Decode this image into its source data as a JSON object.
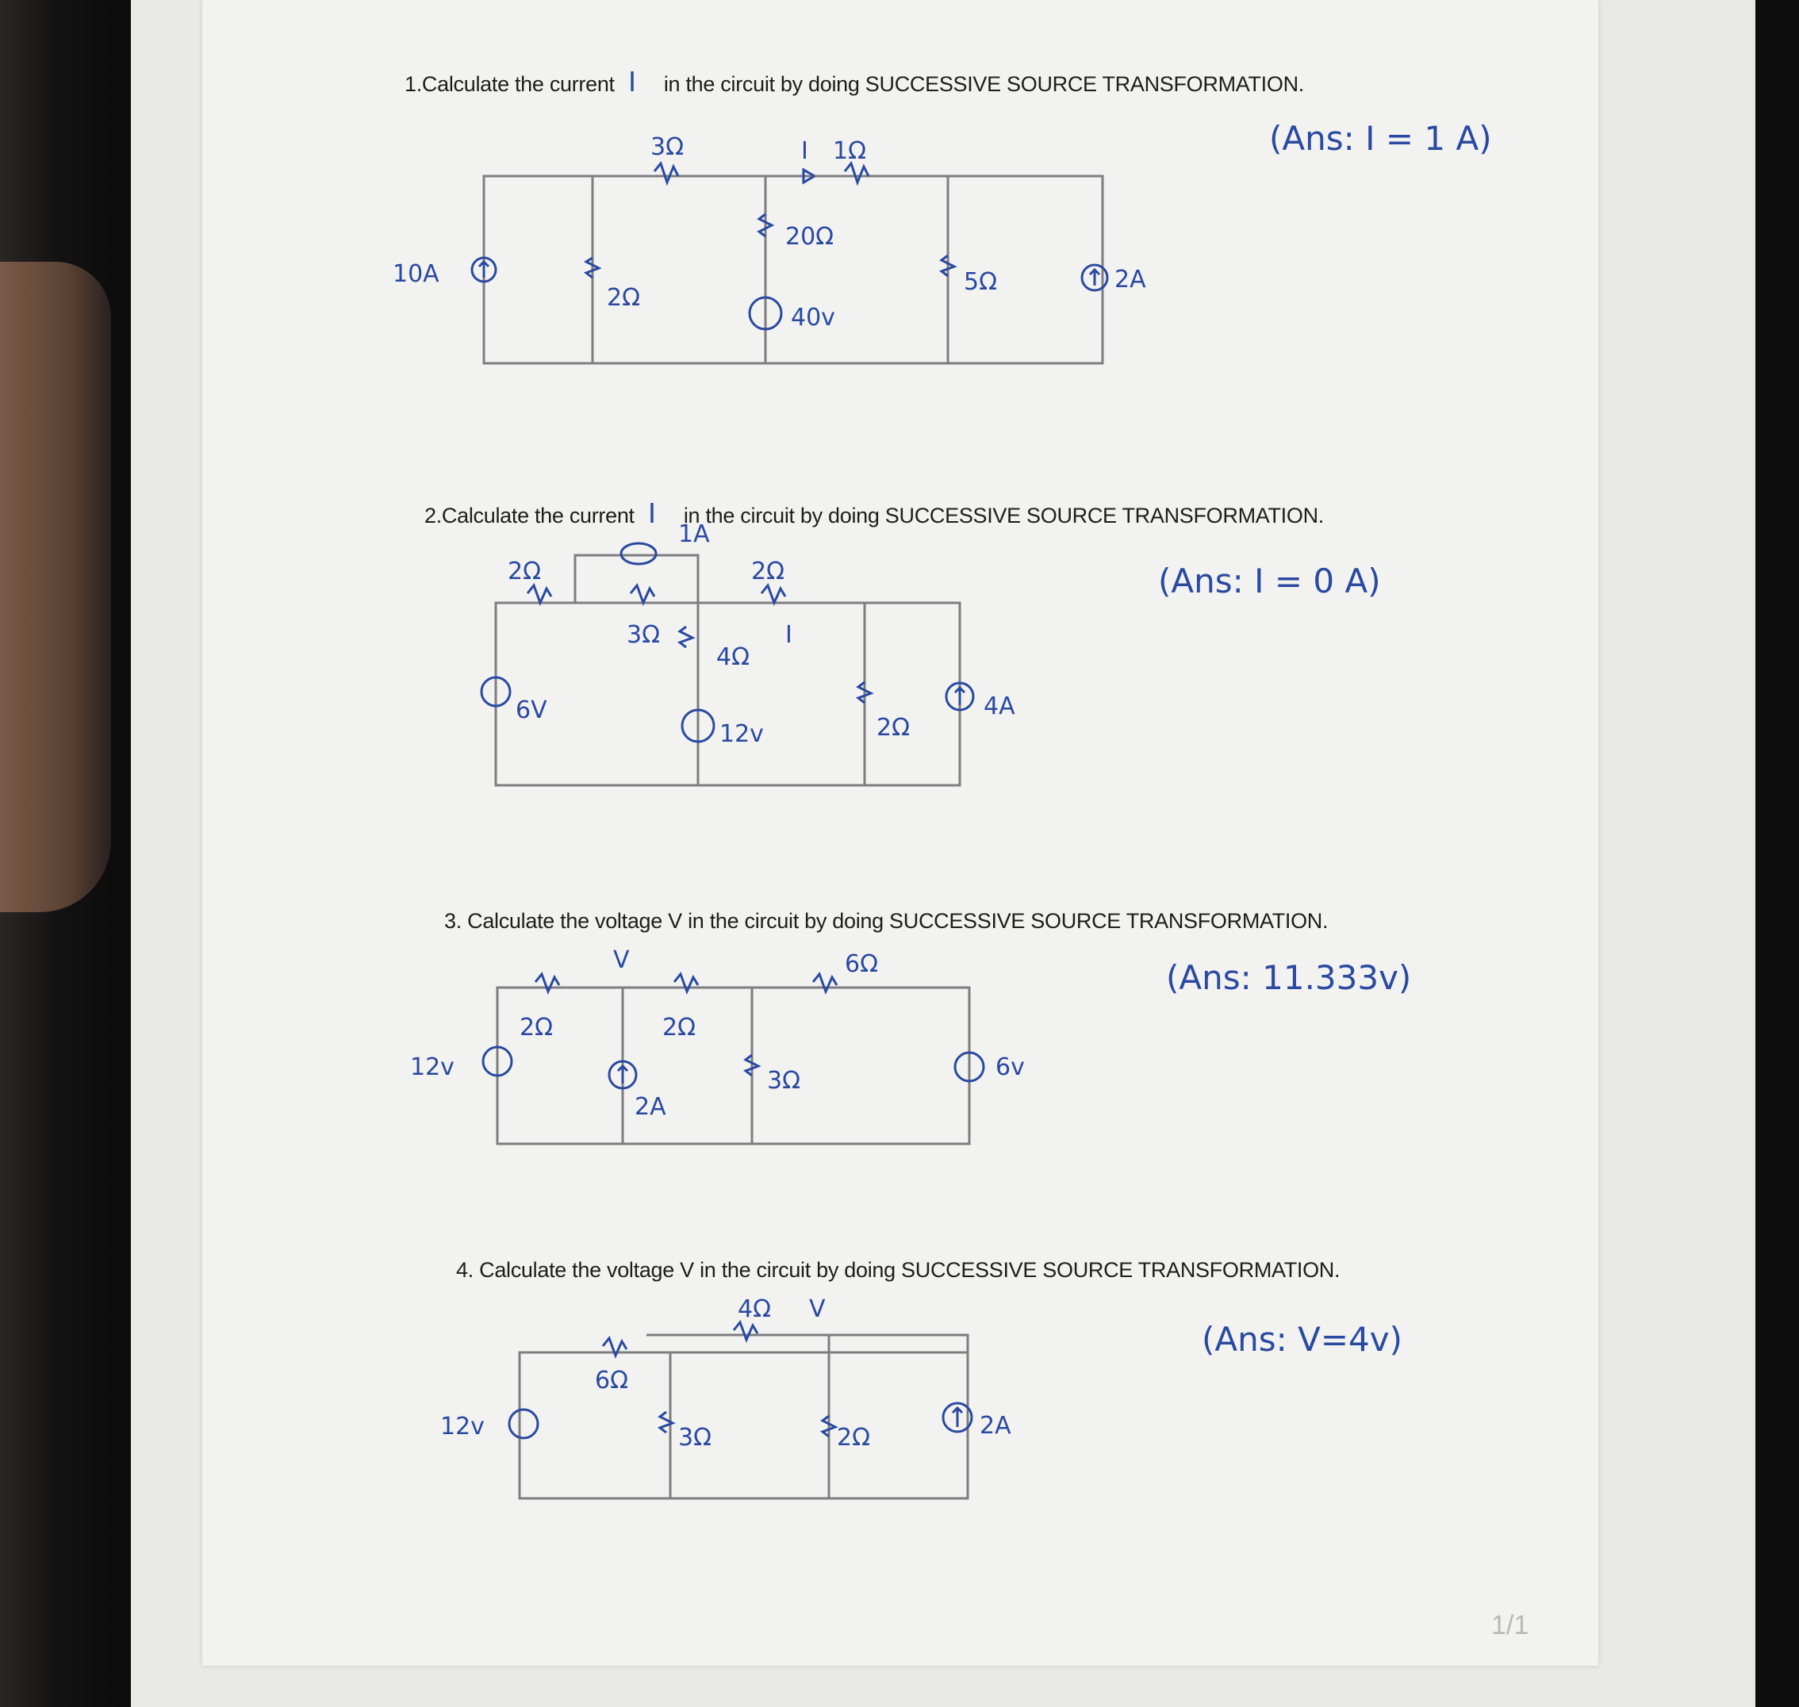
{
  "problems": [
    {
      "text": "1.Calculate the current",
      "symbol": "I",
      "text2": "in the circuit by doing SUCCESSIVE SOURCE TRANSFORMATION.",
      "answer": "(Ans: I = 1 A)",
      "labels": [
        "3Ω",
        "I",
        "1Ω",
        "20Ω",
        "10A",
        "2Ω",
        "40v",
        "5Ω",
        "2A"
      ]
    },
    {
      "text": "2.Calculate the current",
      "symbol": "I",
      "text2": "in the circuit by doing SUCCESSIVE SOURCE TRANSFORMATION.",
      "answer": "(Ans: I = 0 A)",
      "labels": [
        "1A",
        "2Ω",
        "2Ω",
        "3Ω",
        "4Ω",
        "I",
        "6V",
        "12v",
        "2Ω",
        "4A"
      ]
    },
    {
      "text": "3. Calculate the voltage V in the circuit by doing SUCCESSIVE SOURCE TRANSFORMATION.",
      "answer": "(Ans: 11.333v)",
      "labels": [
        "V",
        "6Ω",
        "2Ω",
        "2Ω",
        "12v",
        "3Ω",
        "6v",
        "2A"
      ]
    },
    {
      "text": "4. Calculate the voltage V in the circuit by doing SUCCESSIVE SOURCE TRANSFORMATION.",
      "answer": "(Ans: V=4v)",
      "labels": [
        "4Ω",
        "V",
        "6Ω",
        "12v",
        "3Ω",
        "2Ω",
        "2A"
      ]
    }
  ],
  "page_indicator": "1/1"
}
